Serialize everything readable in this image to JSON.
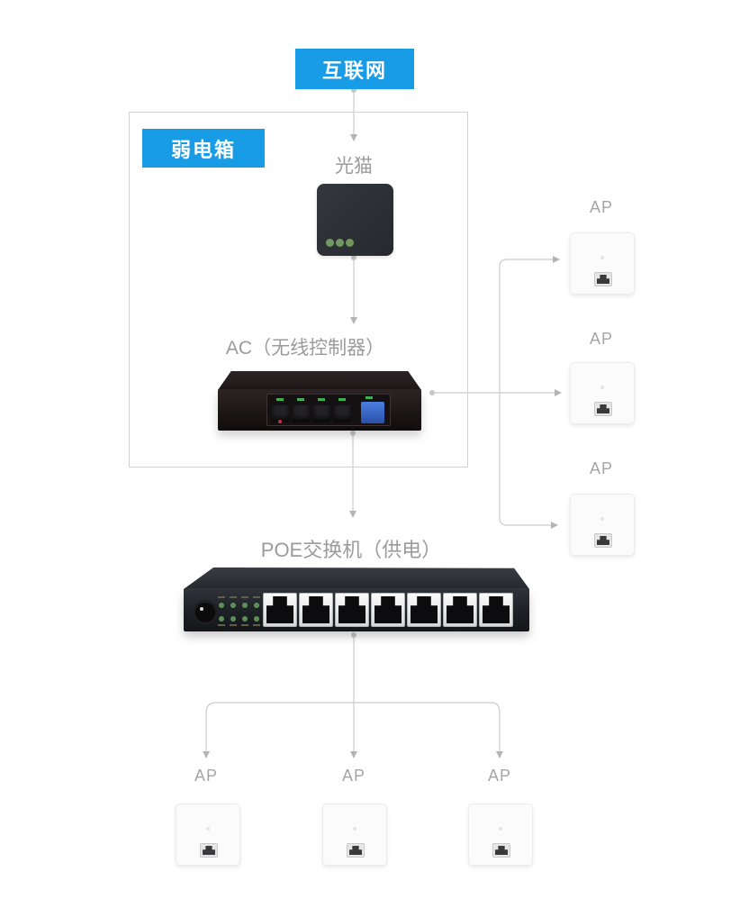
{
  "diagram": {
    "internet": "互联网",
    "enclosure": "弱电箱",
    "modem": "光猫",
    "ac": "AC（无线控制器）",
    "poe": "POE交换机（供电）",
    "ap_right": [
      "AP",
      "AP",
      "AP"
    ],
    "ap_bottom": [
      "AP",
      "AP",
      "AP"
    ]
  },
  "colors": {
    "accent_blue": "#189ce6",
    "label_gray": "#9b9b9b",
    "line_gray": "#cbcbcb",
    "arrow_gray": "#b4b4b4",
    "device_dark": "#2d3136",
    "port_blue": "#3b6ad0",
    "led_green": "#73985f"
  }
}
